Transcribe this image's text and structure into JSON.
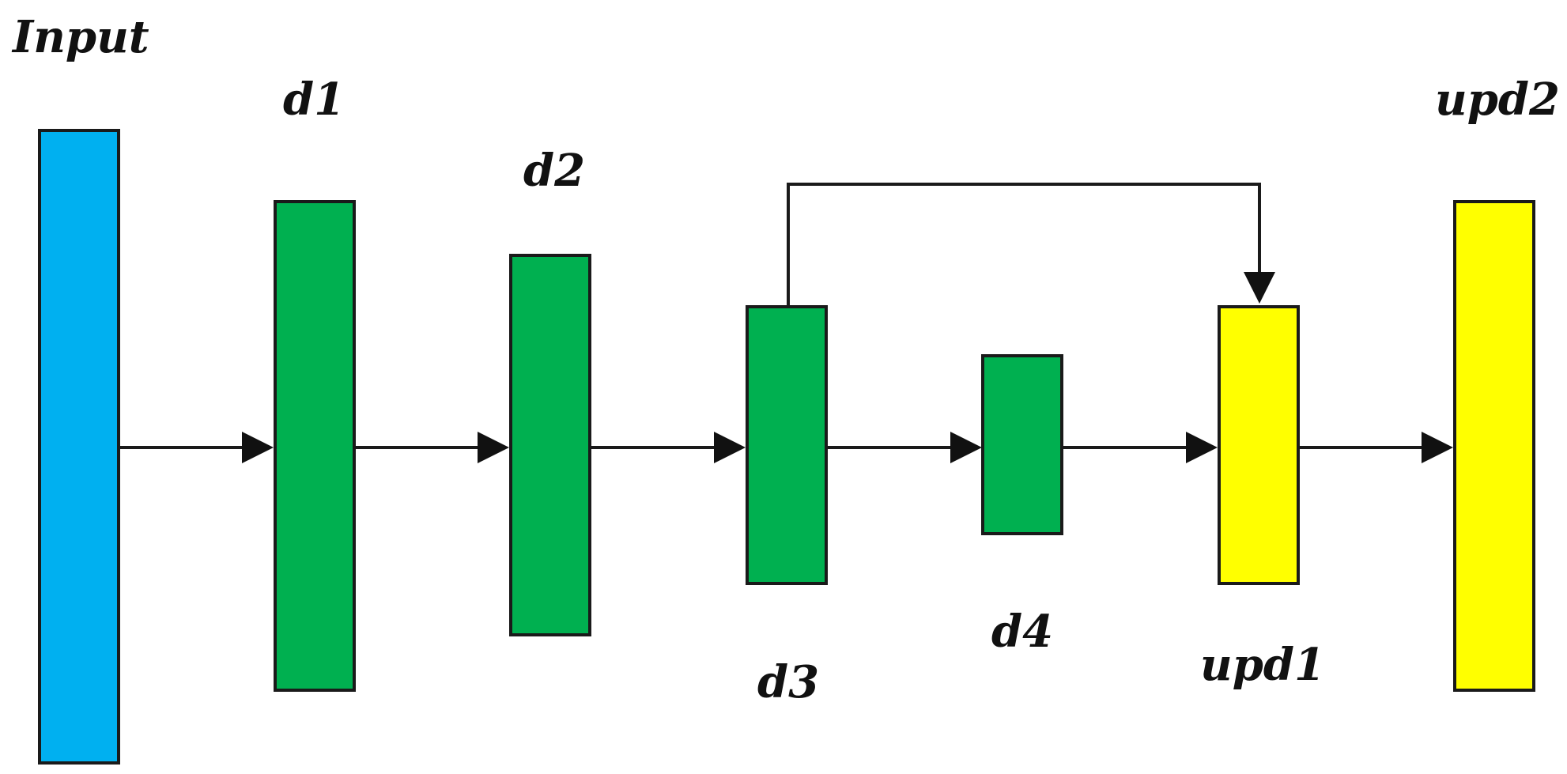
{
  "diagram": {
    "nodes": [
      {
        "id": "input",
        "label": "Input",
        "color": "#00b0f0"
      },
      {
        "id": "d1",
        "label": "d1",
        "color": "#00b050"
      },
      {
        "id": "d2",
        "label": "d2",
        "color": "#00b050"
      },
      {
        "id": "d3",
        "label": "d3",
        "color": "#00b050"
      },
      {
        "id": "d4",
        "label": "d4",
        "color": "#00b050"
      },
      {
        "id": "upd1",
        "label": "upd1",
        "color": "#ffff00"
      },
      {
        "id": "upd2",
        "label": "upd2",
        "color": "#ffff00"
      }
    ],
    "edges": [
      {
        "from": "input",
        "to": "d1"
      },
      {
        "from": "d1",
        "to": "d2"
      },
      {
        "from": "d2",
        "to": "d3"
      },
      {
        "from": "d3",
        "to": "d4"
      },
      {
        "from": "d4",
        "to": "upd1"
      },
      {
        "from": "upd1",
        "to": "upd2"
      }
    ],
    "skip_connections": [
      {
        "from": "d3",
        "to": "upd1"
      }
    ]
  }
}
